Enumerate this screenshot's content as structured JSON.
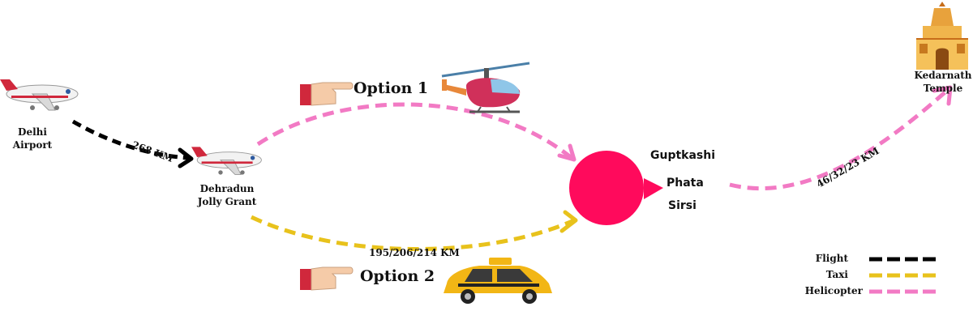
{
  "places": {
    "delhi_airport": "Delhi\nAirport",
    "dehradun": "Dehradun\nJolly Grant",
    "kedarnath": "Kedarnath\nTemple"
  },
  "hub_stops": [
    "Guptkashi",
    "Phata",
    "Sirsi"
  ],
  "options": {
    "option1": "Option 1",
    "option2": "Option 2"
  },
  "distances": {
    "flight": "268 KM",
    "taxi": "195/206/214 KM",
    "helicopter": "46/32/23 KM"
  },
  "legend": [
    {
      "label": "Flight",
      "color": "#000000"
    },
    {
      "label": "Taxi",
      "color": "#e8c21c"
    },
    {
      "label": "Helicopter",
      "color": "#f27ac4"
    }
  ],
  "colors": {
    "flight": "#000000",
    "taxi": "#e8c21c",
    "helicopter": "#f27ac4",
    "hub": "#ff0a5c"
  },
  "icons": [
    "airplane-icon",
    "helicopter-icon",
    "taxi-icon",
    "pointing-hand-icon",
    "temple-icon"
  ]
}
